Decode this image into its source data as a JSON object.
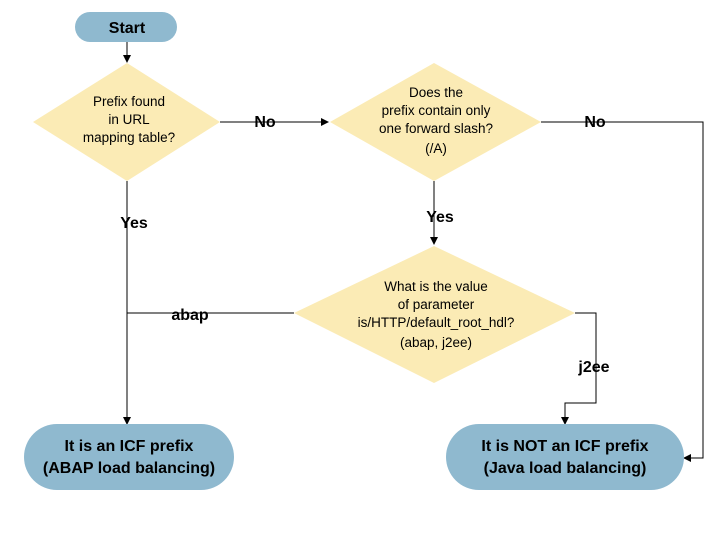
{
  "nodes": {
    "start": {
      "label": "Start"
    },
    "decision_url": {
      "lines": [
        "Prefix found",
        "in URL",
        "mapping table?"
      ]
    },
    "decision_slash": {
      "lines": [
        "Does the",
        "prefix contain only",
        "one forward slash?",
        "(/A)"
      ]
    },
    "decision_param": {
      "lines": [
        "What is the value",
        "of parameter",
        "is/HTTP/default_root_hdl?",
        "(abap, j2ee)"
      ]
    },
    "end_icf": {
      "lines": [
        "It is an ICF prefix",
        "(ABAP load balancing)"
      ]
    },
    "end_not_icf": {
      "lines": [
        "It is NOT an ICF prefix",
        "(Java load balancing)"
      ]
    }
  },
  "edges": {
    "url_no": "No",
    "url_yes": "Yes",
    "slash_yes": "Yes",
    "slash_no": "No",
    "param_abap": "abap",
    "param_j2ee": "j2ee"
  },
  "colors": {
    "terminal": "#8fb9cf",
    "decision": "#fbebb5",
    "line": "#000000"
  }
}
